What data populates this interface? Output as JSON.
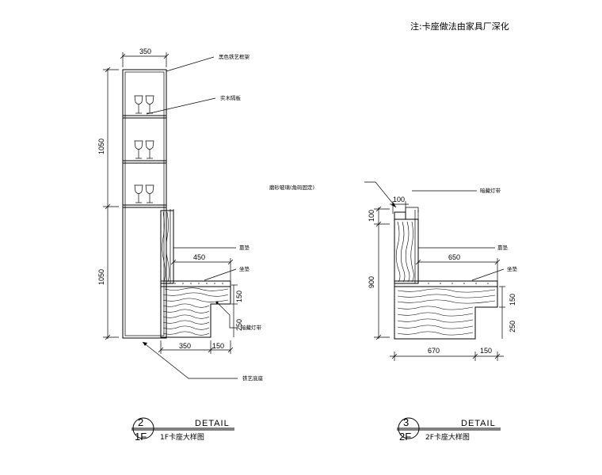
{
  "note": "注:卡座做法由家具厂深化",
  "detail_left": {
    "dims": {
      "top_width": "350",
      "height_upper": "1050",
      "height_lower": "1050",
      "seat_depth": "450",
      "seat_h1": "150",
      "seat_h2": "250",
      "base_w1": "350",
      "base_w2": "150"
    },
    "labels": {
      "frame": "黑色铁艺框架",
      "shelf": "实木隔板",
      "glass": "磨砂玻璃(角码固定)",
      "back": "靠垫",
      "seat": "坐垫",
      "light": "暗藏灯带",
      "base": "铁艺底座"
    },
    "badge_top": "2",
    "badge_bottom": "1F",
    "detail_word": "DETAIL",
    "title": "1F卡座大样图"
  },
  "detail_right": {
    "dims": {
      "top_w": "100",
      "h_top": "100",
      "h_main": "900",
      "seat_depth": "650",
      "h1": "150",
      "h2": "250",
      "base1": "670",
      "base2": "150"
    },
    "labels": {
      "light": "暗藏灯带",
      "back": "靠垫",
      "seat": "坐垫"
    },
    "badge_top": "3",
    "badge_bottom": "2F",
    "detail_word": "DETAIL",
    "title": "2F卡座大样图"
  }
}
